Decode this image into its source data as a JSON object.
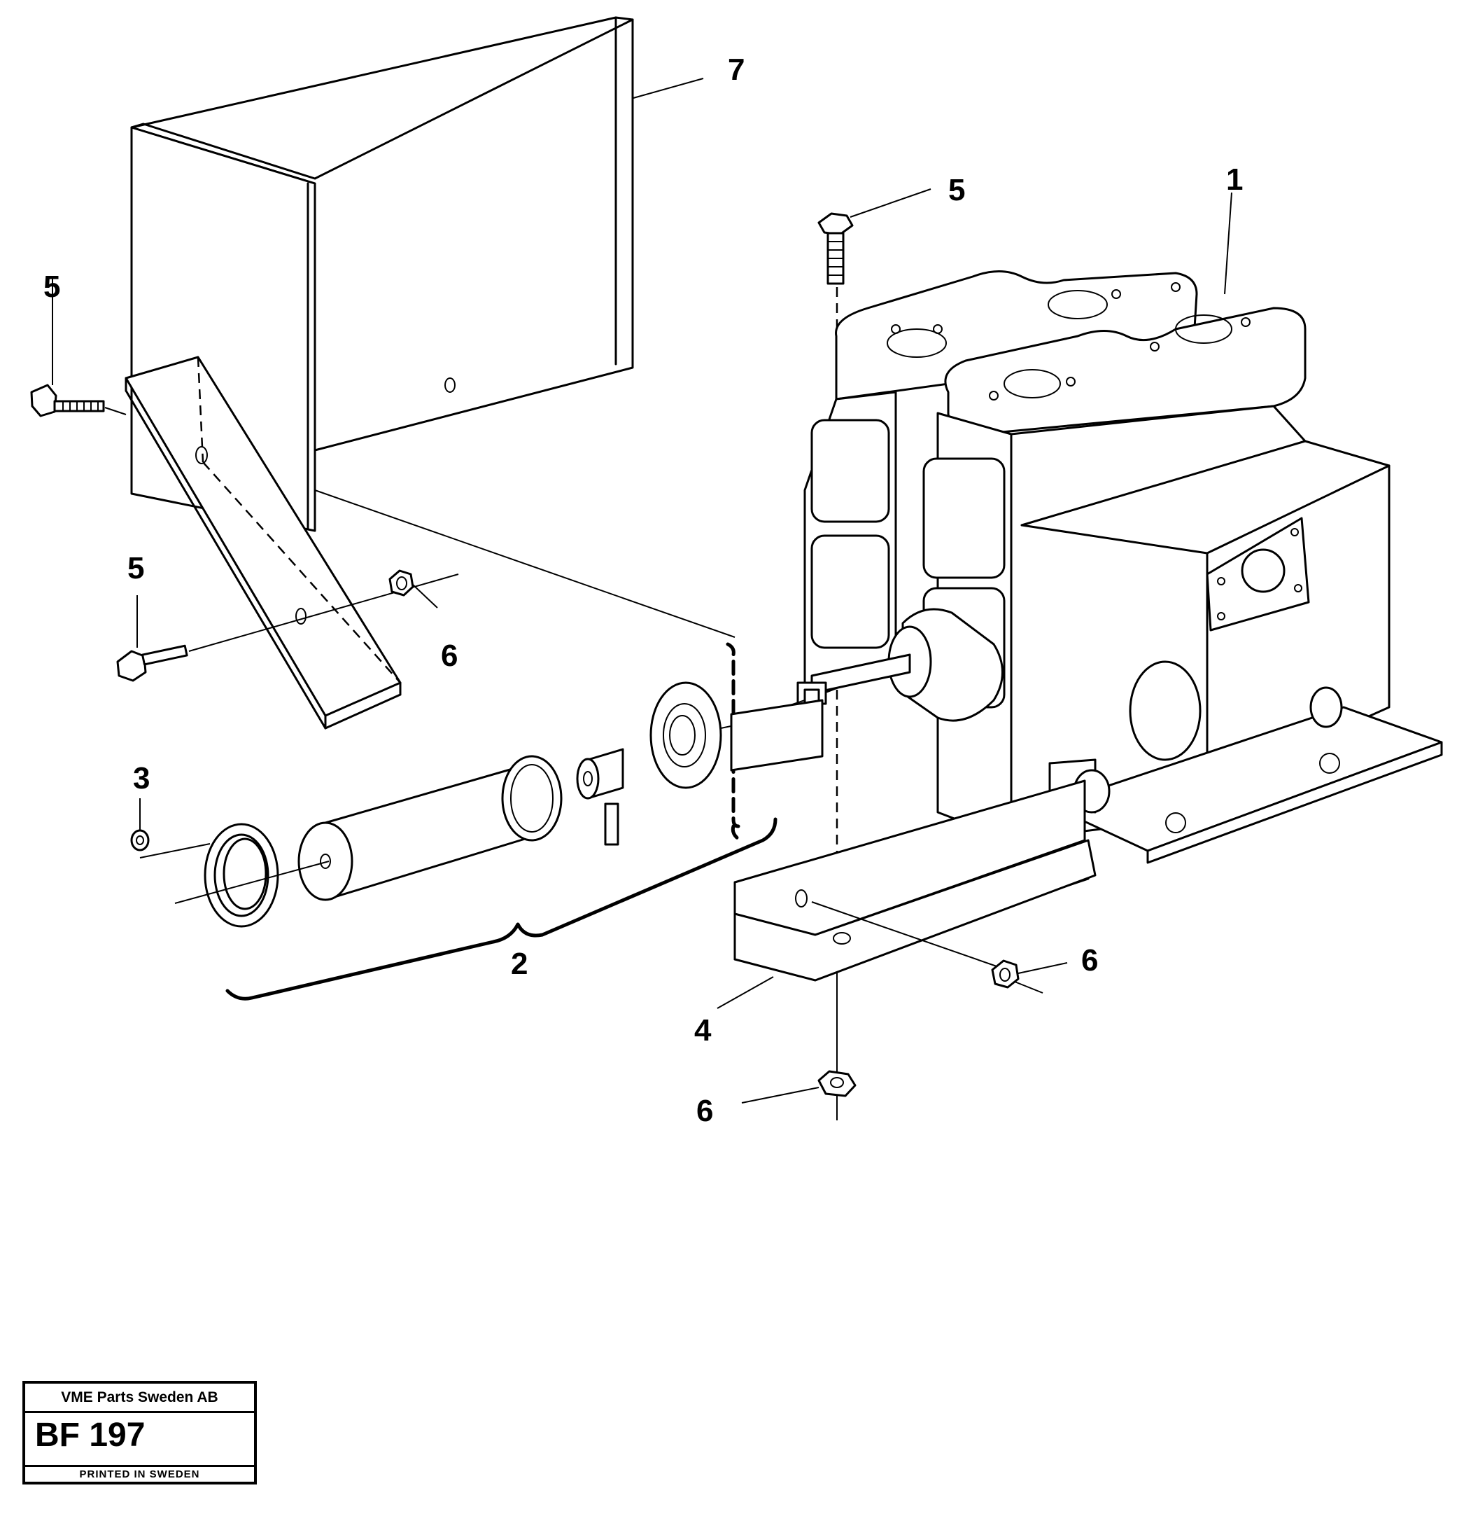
{
  "callouts": {
    "c1": "1",
    "c2": "2",
    "c3": "3",
    "c4": "4",
    "c5a": "5",
    "c5b": "5",
    "c5c": "5",
    "c6a": "6",
    "c6b": "6",
    "c6c": "6",
    "c7": "7"
  },
  "title_block": {
    "company": "VME Parts Sweden AB",
    "code": "BF 197",
    "footer": "PRINTED IN SWEDEN"
  }
}
